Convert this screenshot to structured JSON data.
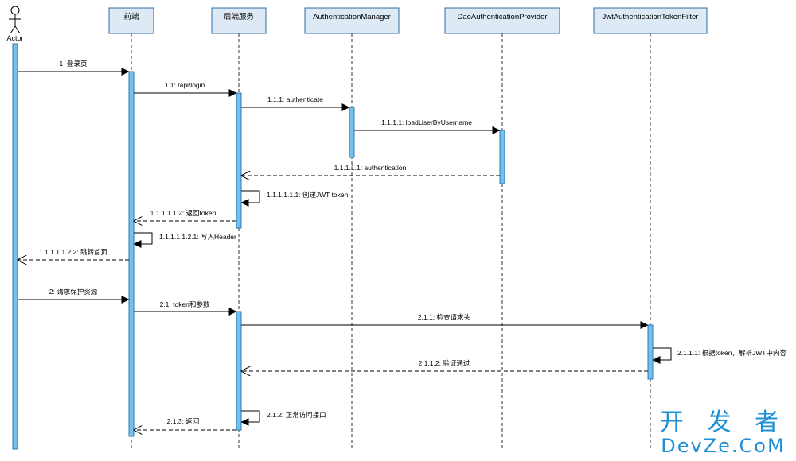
{
  "actor": {
    "label": "Actor"
  },
  "lifelines": [
    {
      "id": "frontend",
      "label": "前端"
    },
    {
      "id": "backend",
      "label": "后端服务"
    },
    {
      "id": "authmgr",
      "label": "AuthenticationManager"
    },
    {
      "id": "daoprov",
      "label": "DaoAuthenticationProvider"
    },
    {
      "id": "jwtfilter",
      "label": "JwtAuthenticationTokenFilter"
    }
  ],
  "messages": [
    {
      "label": "1: 登录页",
      "from": "actor",
      "to": "frontend",
      "kind": "sync"
    },
    {
      "label": "1.1: /api/login",
      "from": "frontend",
      "to": "backend",
      "kind": "sync"
    },
    {
      "label": "1.1.1: authenticate",
      "from": "backend",
      "to": "authmgr",
      "kind": "sync"
    },
    {
      "label": "1.1.1.1: loadUserByUsername",
      "from": "authmgr",
      "to": "daoprov",
      "kind": "sync"
    },
    {
      "label": "1.1.1.1.1: authentication",
      "from": "daoprov",
      "to": "backend",
      "kind": "return"
    },
    {
      "label": "1.1.1.1.1.1: 创建JWT token",
      "from": "backend",
      "to": "backend",
      "kind": "self"
    },
    {
      "label": "1.1.1.1.1.2: 返回token",
      "from": "backend",
      "to": "frontend",
      "kind": "return"
    },
    {
      "label": "1.1.1.1.1.2.1: 写入Header",
      "from": "frontend",
      "to": "frontend",
      "kind": "self"
    },
    {
      "label": "1.1.1.1.1.2.2: 跳转首页",
      "from": "frontend",
      "to": "actor",
      "kind": "return"
    },
    {
      "label": "2: 请求保护资源",
      "from": "actor",
      "to": "frontend",
      "kind": "sync"
    },
    {
      "label": "2.1: token和参数",
      "from": "frontend",
      "to": "backend",
      "kind": "sync"
    },
    {
      "label": "2.1.1: 检查请求头",
      "from": "backend",
      "to": "jwtfilter",
      "kind": "sync"
    },
    {
      "label": "2.1.1.1: 根据token，解析JWT中内容",
      "from": "jwtfilter",
      "to": "jwtfilter",
      "kind": "self"
    },
    {
      "label": "2.1.1.2: 验证通过",
      "from": "jwtfilter",
      "to": "backend",
      "kind": "return"
    },
    {
      "label": "2.1.2: 正常访问接口",
      "from": "backend",
      "to": "backend",
      "kind": "self"
    },
    {
      "label": "2.1.3: 返回",
      "from": "backend",
      "to": "frontend",
      "kind": "return"
    }
  ],
  "watermark": {
    "cn": "开 发 者",
    "en": "DevZe.CoM"
  },
  "colors": {
    "lifeline_fill": "#dde9f5",
    "lifeline_border": "#2d6da3",
    "activation_fill": "#74c2ec",
    "activation_border": "#2c78b0",
    "line": "#000000",
    "watermark": "#1f8fd6"
  }
}
